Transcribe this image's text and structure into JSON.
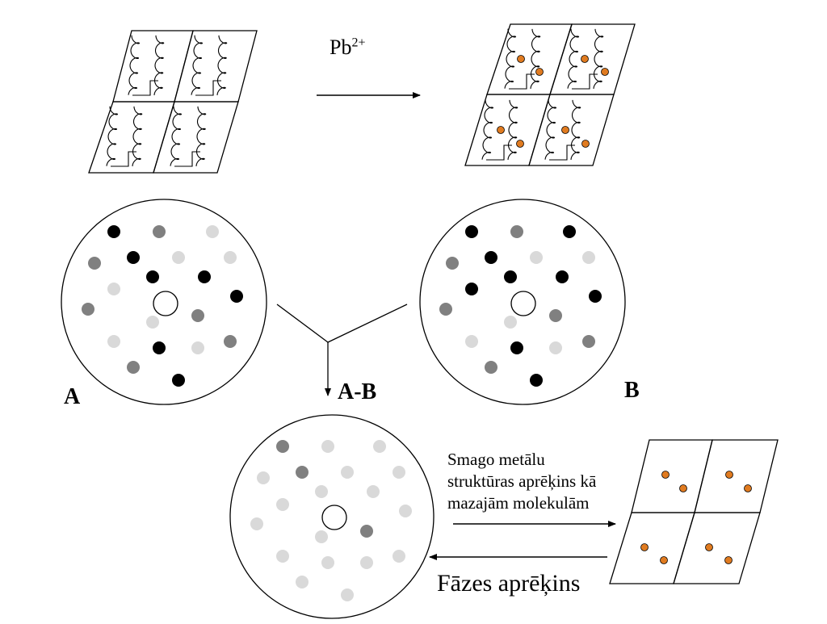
{
  "colors": {
    "line": "#000000",
    "spot_black": "#000000",
    "spot_dark_gray": "#808080",
    "spot_light_gray": "#d9d9d9",
    "heavy_atom": "#e07b20"
  },
  "labels": {
    "reagent": "Pb",
    "reagent_charge": "2+",
    "pattern_a": "A",
    "pattern_b": "B",
    "pattern_diff": "A-B",
    "caption_line1": "Smago metālu",
    "caption_line2": "struktūras aprēķins kā",
    "caption_line3": "mazajām molekulām",
    "phase_label": "Fāzes aprēķins"
  }
}
